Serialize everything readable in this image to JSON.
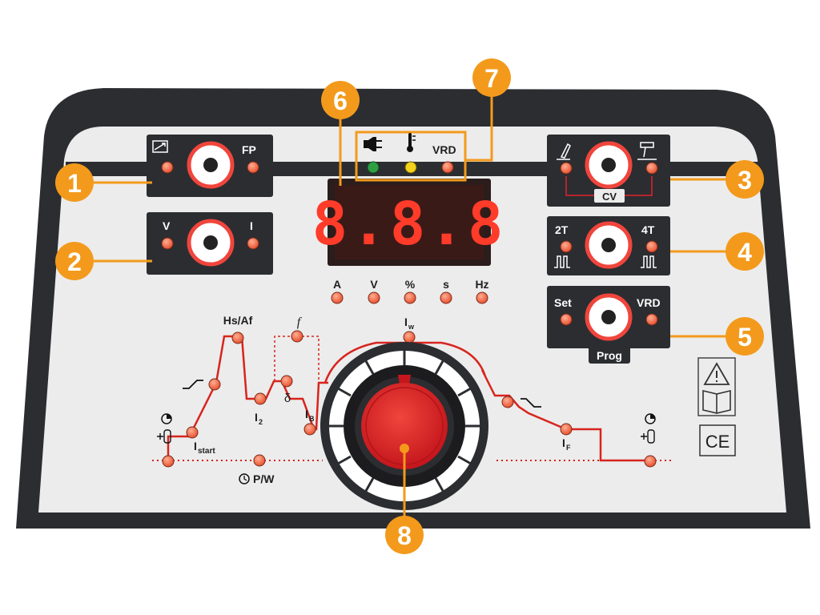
{
  "colors": {
    "panel_frame": "#2b2d31",
    "panel_face": "#ececec",
    "led_red": "#ff6b4a",
    "led_green": "#2ea043",
    "led_yellow": "#f2d21b",
    "display_digits": "#ff3b2a",
    "trace": "#d8241e",
    "callout": "#f39a1c",
    "knob": "#e3232a"
  },
  "callouts": [
    "1",
    "2",
    "3",
    "4",
    "5",
    "6",
    "7",
    "8"
  ],
  "block1": {
    "icon": "slope-box-icon",
    "right_label": "FP"
  },
  "block2": {
    "left_label": "V",
    "right_label": "I"
  },
  "block3": {
    "left_icon": "electrode-holder-icon",
    "right_icon": "tig-torch-icon",
    "bottom_label": "CV"
  },
  "block4": {
    "left_label": "2T",
    "right_label": "4T",
    "icon": "pulse-wave-icon"
  },
  "block5": {
    "left_label": "Set",
    "right_label": "VRD",
    "bottom_label": "Prog"
  },
  "status": {
    "icons": [
      "plug-icon",
      "thermometer-icon"
    ],
    "vrd_label": "VRD"
  },
  "display": {
    "readout": "8.8.8"
  },
  "units": [
    "A",
    "V",
    "%",
    "s",
    "Hz"
  ],
  "cycle": {
    "hs_af": "Hs/Af",
    "f": "f",
    "delta": "δ",
    "iw": "I",
    "iw_sub": "w",
    "i2": "I",
    "i2_sub": "2",
    "ib": "I",
    "ib_sub": "B",
    "istart": "I",
    "istart_sub": "start",
    "if": "I",
    "if_sub": "F",
    "pw": "P/W"
  },
  "warning": {
    "icons": [
      "warning-triangle-icon",
      "manual-book-icon"
    ],
    "ce": "CE"
  }
}
